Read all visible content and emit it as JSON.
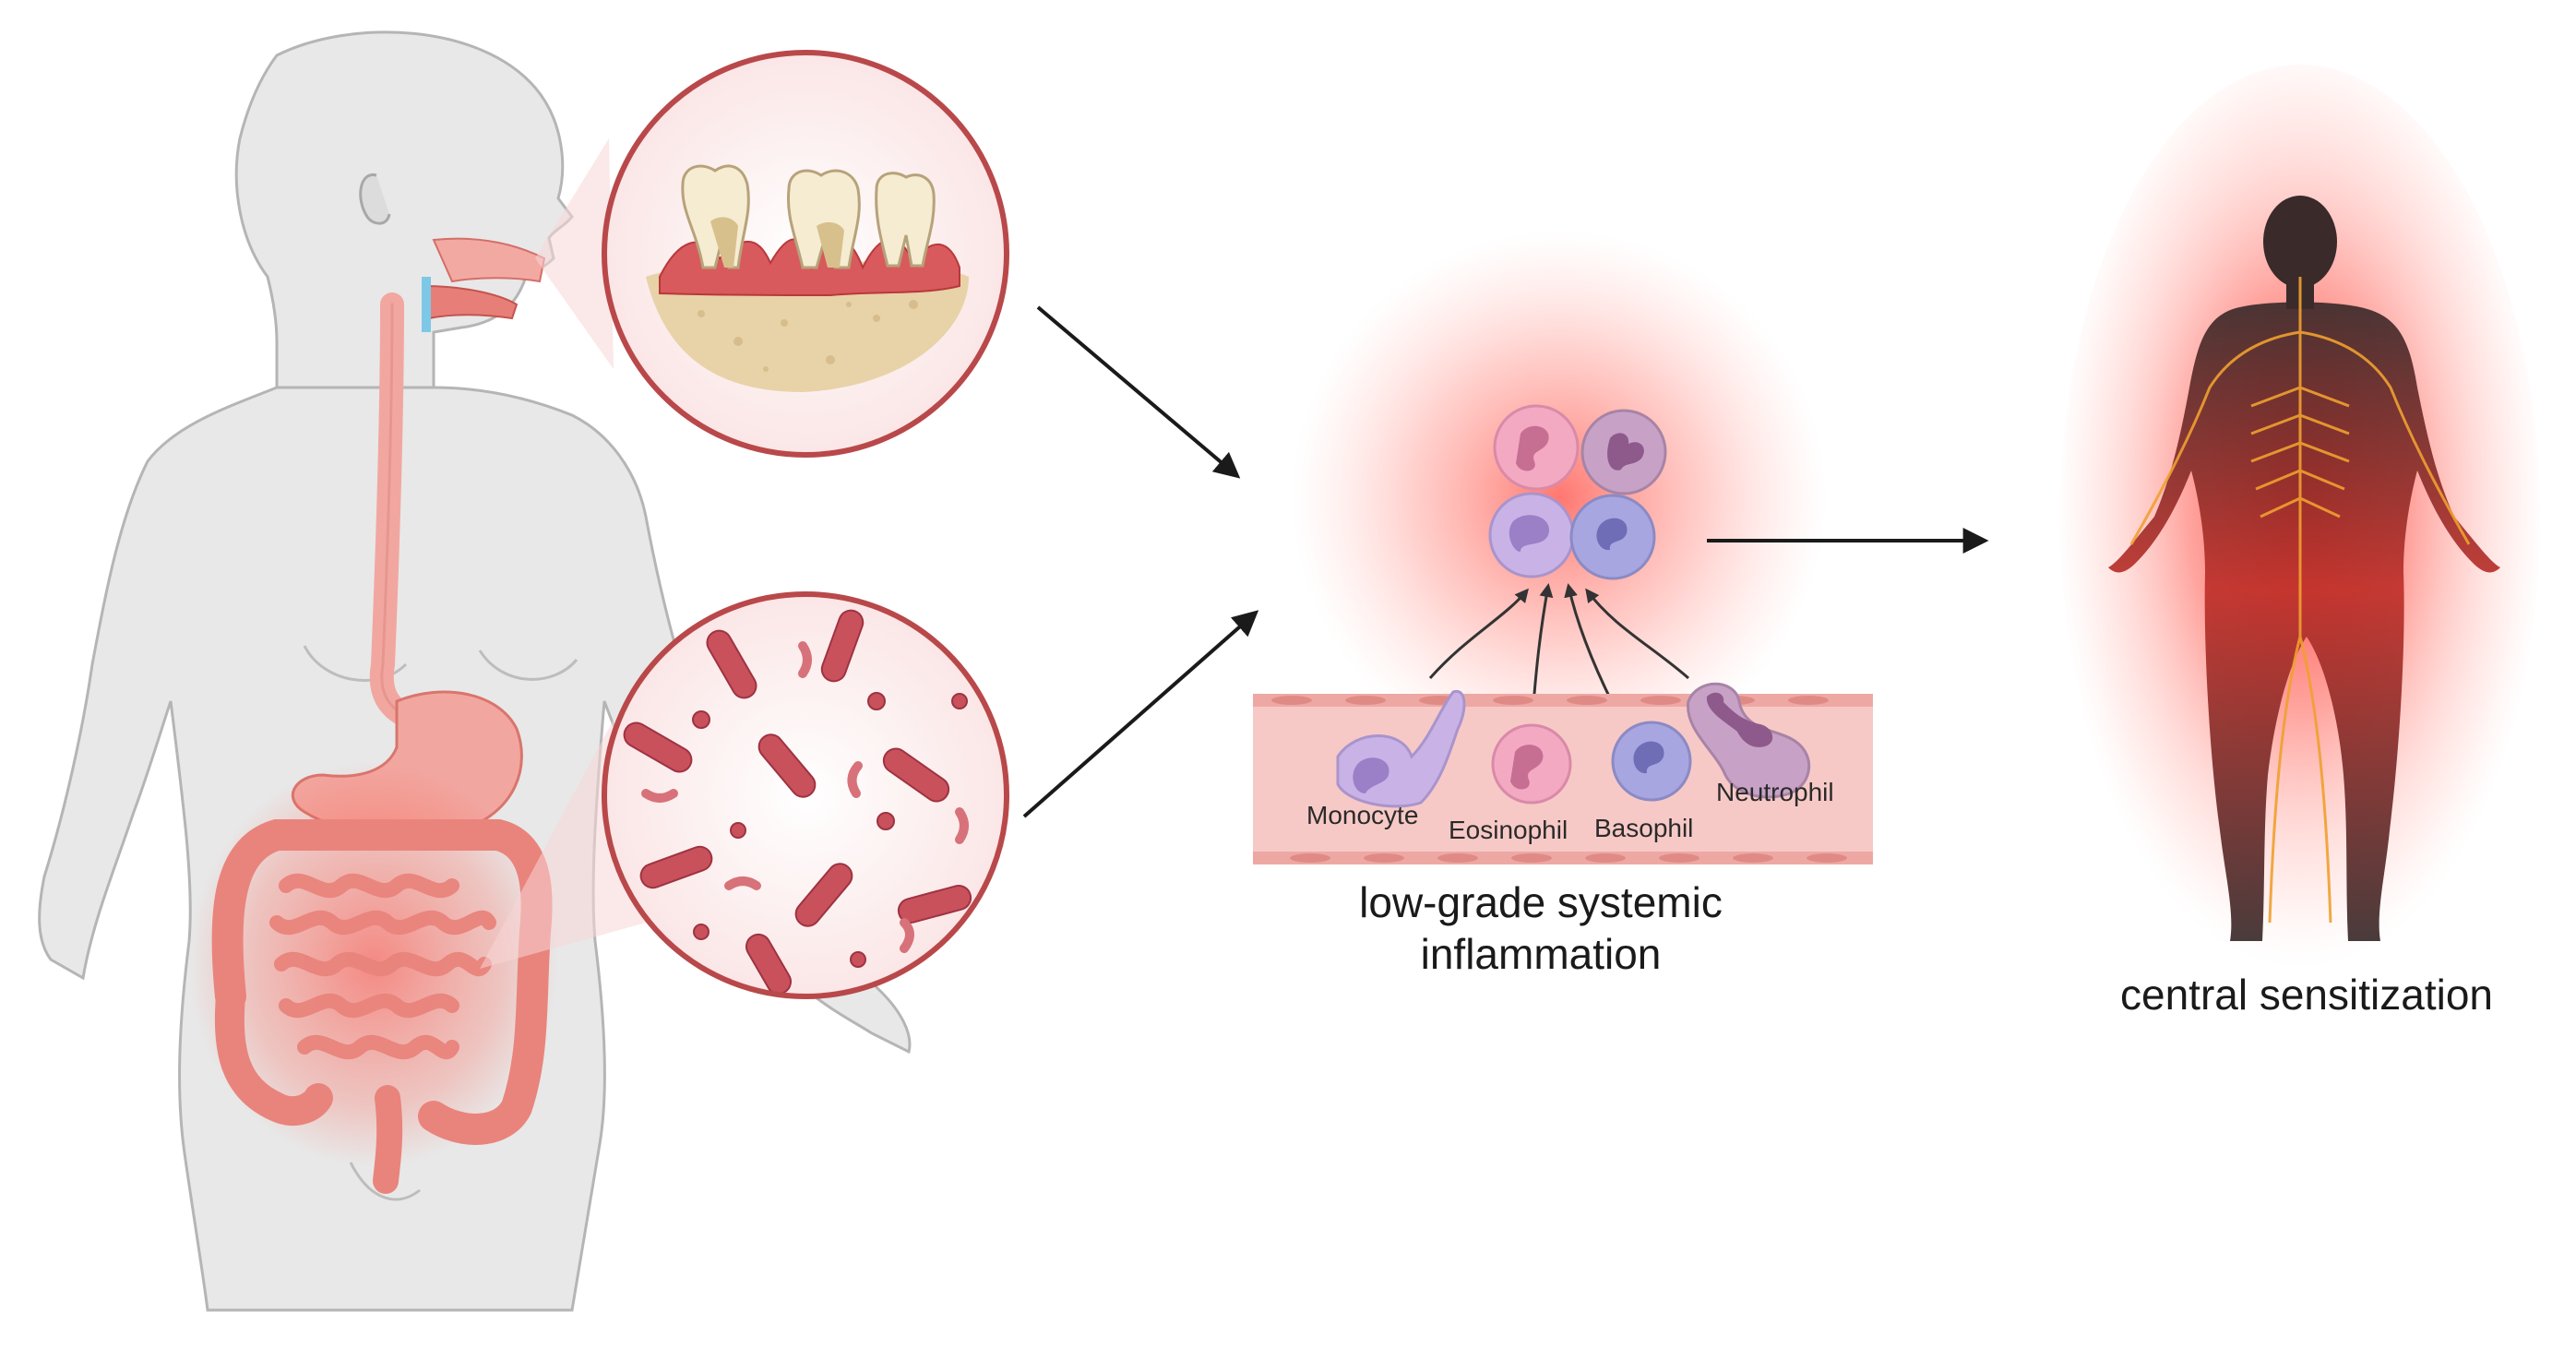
{
  "labels": {
    "inflammation_line1": "low-grade systemic",
    "inflammation_line2": "inflammation",
    "sensitization": "central sensitization"
  },
  "cells": {
    "monocyte": "Monocyte",
    "eosinophil": "Eosinophil",
    "basophil": "Basophil",
    "neutrophil": "Neutrophil"
  },
  "colors": {
    "body_fill": "#e8e8e8",
    "body_stroke": "#b5b5b5",
    "gut": "#e9847c",
    "inflamed": "#ff3b30",
    "zoom_ring": "#b9484a",
    "gum": "#d85a5c",
    "bone": "#e8d2a8",
    "bacteria": "#c9515c",
    "vessel": "#f7c9c6",
    "monocyte": "#c9b3e6",
    "eosinophil": "#f3a9c2",
    "basophil": "#a7a6e0",
    "neutrophil": "#c7a2c6",
    "nerve": "#f0a030",
    "arrow": "#1a1a1a"
  },
  "icons": {
    "mouth_zoom": "periodontitis-teeth-icon",
    "gut_zoom": "gut-bacteria-icon",
    "cluster": "immune-cell-cluster-icon",
    "figure": "human-nervous-system-icon"
  }
}
